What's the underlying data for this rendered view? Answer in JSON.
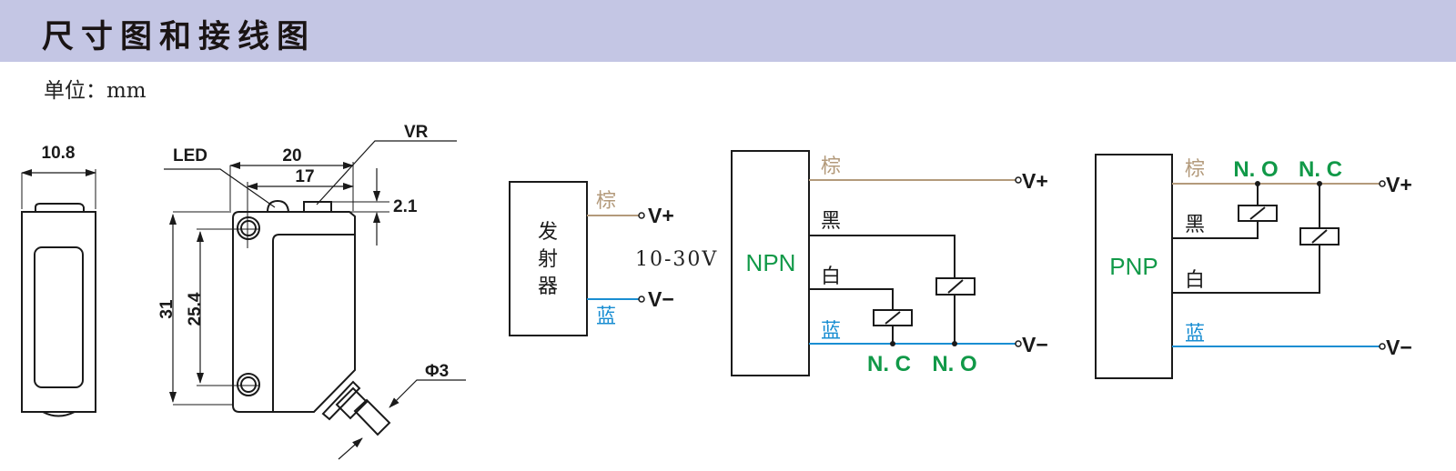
{
  "header": {
    "title": "尺寸图和接线图"
  },
  "unit": "单位：mm",
  "dimensions": {
    "width_side": "10.8",
    "length_total": "20",
    "length_inner": "17",
    "vr_height": "2.1",
    "height_total": "31",
    "hole_pitch": "25.4",
    "cable_diameter": "Φ3",
    "led_label": "LED",
    "vr_label": "VR"
  },
  "colors": {
    "brown": "#b39a7b",
    "blue": "#1a8ed2",
    "black": "#1a1a1a",
    "green": "#119948",
    "header_bg": "#c4c6e4"
  },
  "emitter": {
    "box_label_1": "发",
    "box_label_2": "射",
    "box_label_3": "器",
    "wire_brown": "棕",
    "wire_blue": "蓝",
    "v_plus": "V+",
    "v_minus": "V−",
    "voltage": "10-30V"
  },
  "npn": {
    "box_label": "NPN",
    "wire_brown": "棕",
    "wire_black": "黑",
    "wire_white": "白",
    "wire_blue": "蓝",
    "nc": "N. C",
    "no": "N. O",
    "v_plus": "V+",
    "v_minus": "V−"
  },
  "pnp": {
    "box_label": "PNP",
    "wire_brown": "棕",
    "wire_black": "黑",
    "wire_white": "白",
    "wire_blue": "蓝",
    "no": "N. O",
    "nc": "N. C",
    "v_plus": "V+",
    "v_minus": "V−"
  }
}
